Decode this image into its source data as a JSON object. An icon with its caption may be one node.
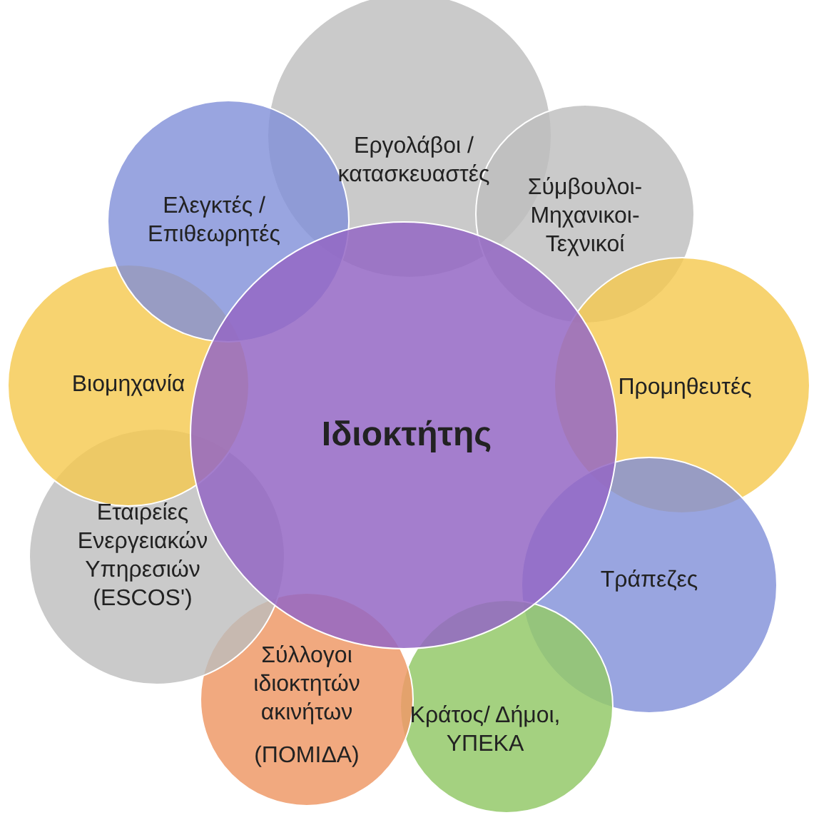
{
  "diagram": {
    "nodes": [
      {
        "text": [
          "Ιδιοκτήτης"
        ]
      },
      {
        "text": [
          "Εργολάβοι / κατασκευαστές"
        ]
      },
      {
        "text": [
          "Σύμβουλοι-Μηχανικοι-Τεχνικοί"
        ]
      },
      {
        "text": [
          "Προμηθευτές"
        ]
      },
      {
        "text": [
          "Τράπεζες"
        ]
      },
      {
        "text": [
          "Κράτος/ Δήμοι, ΥΠΕΚΑ"
        ]
      },
      {
        "text": [
          "Σύλλογοι ιδιοκτητών ακινήτων",
          "(ΠΟΜΙΔΑ)"
        ]
      },
      {
        "text": [
          "Εταιρείες Ενεργειακών Υπηρεσιών (ESCOS')"
        ]
      },
      {
        "text": [
          "Βιομηχανία"
        ]
      },
      {
        "text": [
          "Ελεγκτές / Επιθεωρητές"
        ]
      }
    ]
  }
}
